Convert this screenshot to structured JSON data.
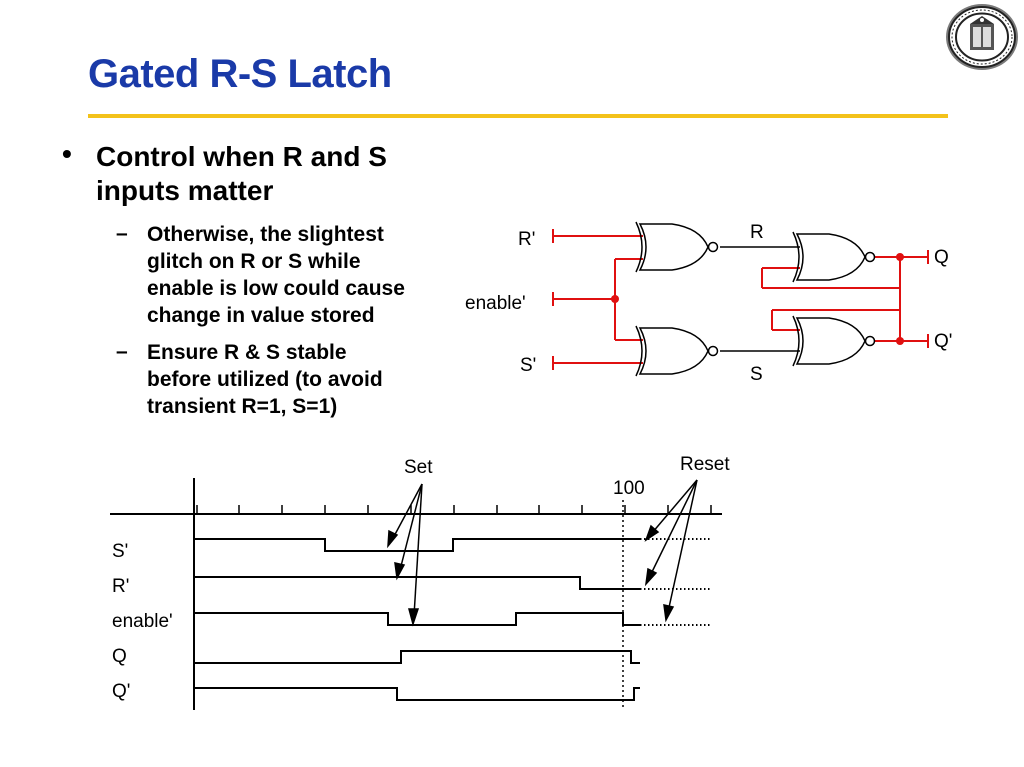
{
  "slide": {
    "title": "Gated R-S Latch",
    "bullet_symbol": "•",
    "dash_symbol": "–",
    "main_bullet": "Control when R and S inputs matter",
    "main_bullet_lines": [
      "Control when R and S",
      "inputs matter"
    ],
    "sub_bullets": [
      {
        "text": "Otherwise, the slightest glitch on R or S while enable is low could cause change in value stored",
        "lines": [
          "Otherwise, the slightest",
          "glitch on R or S while",
          "enable is low could cause",
          "change in value stored"
        ]
      },
      {
        "text": "Ensure R & S stable before utilized (to avoid transient R=1, S=1)",
        "lines": [
          "Ensure R & S stable",
          "before utilized (to avoid",
          "transient R=1, S=1)"
        ]
      }
    ]
  },
  "circuit": {
    "labels": {
      "r_bar": "R'",
      "enable_bar": "enable'",
      "s_bar": "S'",
      "r": "R",
      "s": "S",
      "q": "Q",
      "q_bar": "Q'"
    },
    "wire_color": "#e01010"
  },
  "timing": {
    "signals": [
      "S'",
      "R'",
      "enable'",
      "Q",
      "Q'"
    ],
    "annotations": {
      "set": "Set",
      "reset": "Reset",
      "time_marker": "100"
    }
  },
  "logo": {
    "icon": "university-seal-icon"
  }
}
